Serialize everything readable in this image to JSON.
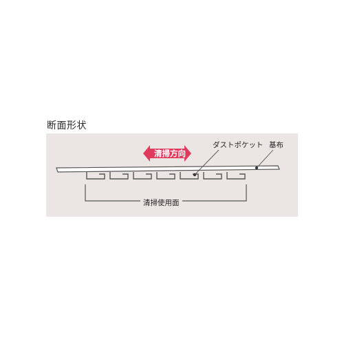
{
  "title": "断面形状",
  "labels": {
    "cleaning_direction": "清掃方向",
    "dust_pocket": "ダストポケット",
    "base_fabric": "基布",
    "cleaning_surface": "清掃使用面"
  },
  "colors": {
    "panel_background": "#ebe6e3",
    "arrow": "#e03a5c",
    "outline": "#555555"
  }
}
